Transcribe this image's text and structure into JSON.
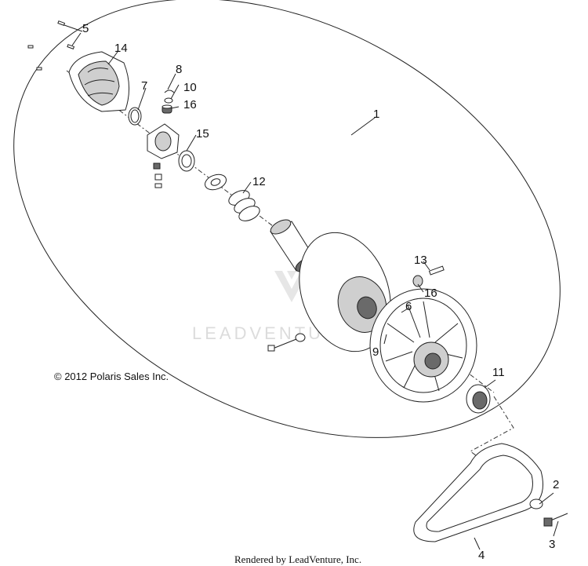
{
  "callouts": [
    {
      "id": "c1",
      "label": "1"
    },
    {
      "id": "c2",
      "label": "2"
    },
    {
      "id": "c3",
      "label": "3"
    },
    {
      "id": "c4",
      "label": "4"
    },
    {
      "id": "c5",
      "label": "5"
    },
    {
      "id": "c6",
      "label": "6"
    },
    {
      "id": "c7",
      "label": "7"
    },
    {
      "id": "c8",
      "label": "8"
    },
    {
      "id": "c9",
      "label": "9"
    },
    {
      "id": "c10",
      "label": "10"
    },
    {
      "id": "c11",
      "label": "11"
    },
    {
      "id": "c12",
      "label": "12"
    },
    {
      "id": "c13",
      "label": "13"
    },
    {
      "id": "c14",
      "label": "14"
    },
    {
      "id": "c15",
      "label": "15"
    },
    {
      "id": "c16a",
      "label": "16"
    },
    {
      "id": "c16b",
      "label": "16"
    }
  ],
  "copyright": "© 2012 Polaris Sales Inc.",
  "footer": "Rendered by LeadVenture, Inc.",
  "watermark": "LEADVENTURE"
}
